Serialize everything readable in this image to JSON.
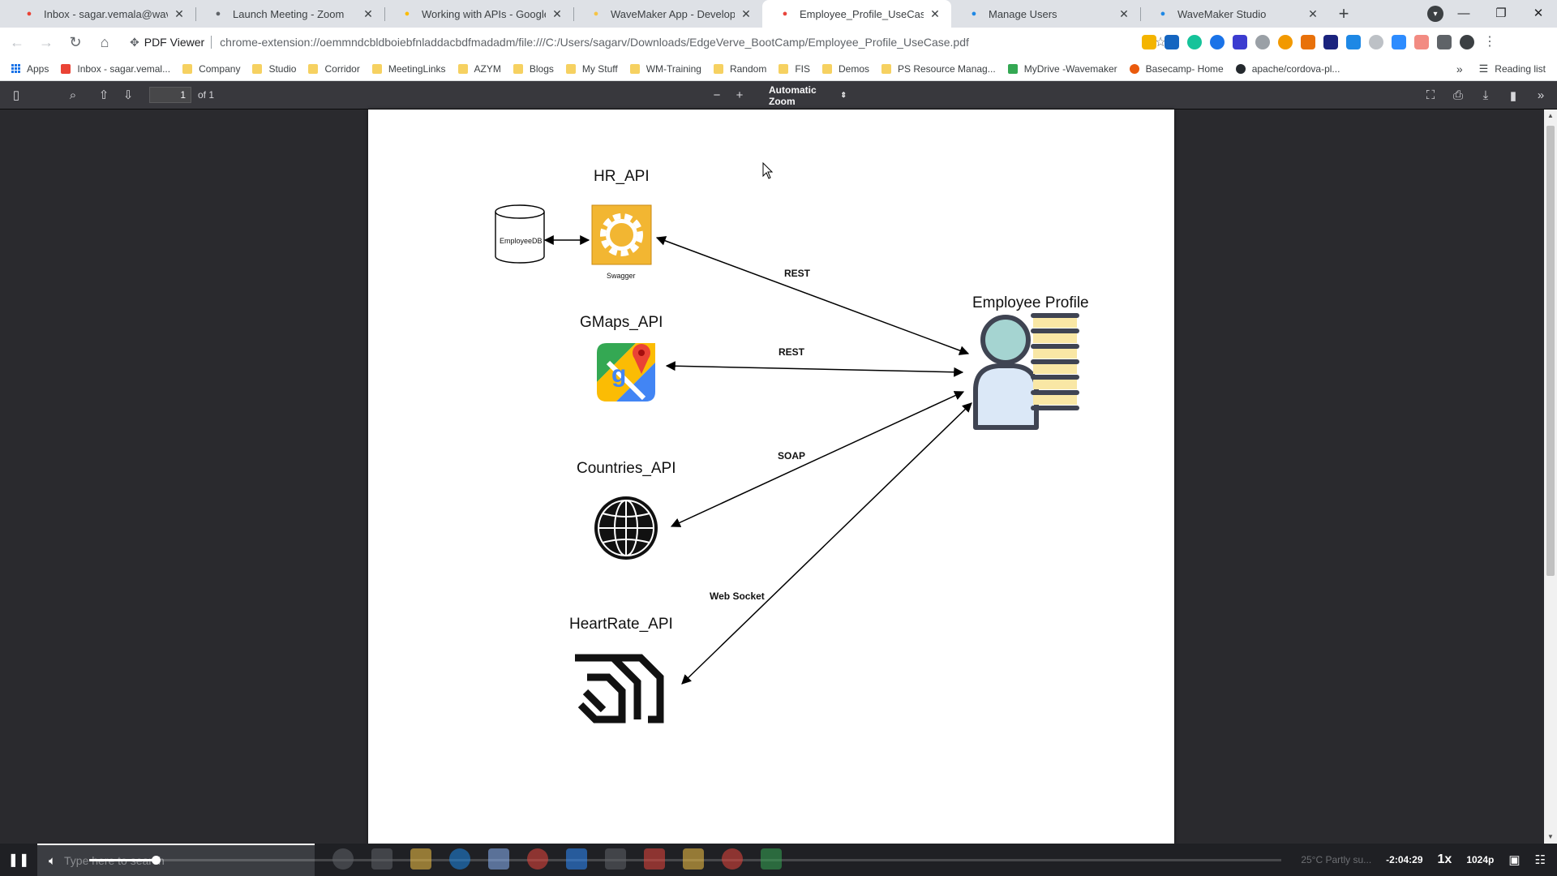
{
  "tabs": [
    {
      "title": "Inbox - sagar.vemala@wavemak",
      "icon": "gmail-icon",
      "color": "#ea4335"
    },
    {
      "title": "Launch Meeting - Zoom",
      "icon": "globe-icon",
      "color": "#5f6368"
    },
    {
      "title": "Working with APIs - Google Driv",
      "icon": "google-drive-icon",
      "color": "#fbbc04"
    },
    {
      "title": "WaveMaker App - Development",
      "icon": "folder-icon",
      "color": "#f6c445"
    },
    {
      "title": "Employee_Profile_UseCase.pdf",
      "icon": "pdf-icon",
      "color": "#e8453c",
      "active": true
    },
    {
      "title": "Manage Users",
      "icon": "wavemaker-icon",
      "color": "#1e88e5"
    },
    {
      "title": "WaveMaker Studio",
      "icon": "wavemaker-icon",
      "color": "#1e88e5"
    }
  ],
  "omnibox": {
    "label": "PDF Viewer",
    "url": "chrome-extension://oemmndcbldboiebfnladdacbdfmadadm/file:///C:/Users/sagarv/Downloads/EdgeVerve_BootCamp/Employee_Profile_UseCase.pdf"
  },
  "bookmarks": [
    {
      "label": "Apps",
      "icon": "apps-grid-icon"
    },
    {
      "label": "Inbox - sagar.vemal...",
      "icon": "gmail-icon"
    },
    {
      "label": "Company",
      "icon": "folder-icon"
    },
    {
      "label": "Studio",
      "icon": "folder-icon"
    },
    {
      "label": "Corridor",
      "icon": "folder-icon"
    },
    {
      "label": "MeetingLinks",
      "icon": "folder-icon"
    },
    {
      "label": "AZYM",
      "icon": "folder-icon"
    },
    {
      "label": "Blogs",
      "icon": "folder-icon"
    },
    {
      "label": "My Stuff",
      "icon": "folder-icon"
    },
    {
      "label": "WM-Training",
      "icon": "folder-icon"
    },
    {
      "label": "Random",
      "icon": "folder-icon"
    },
    {
      "label": "FIS",
      "icon": "folder-icon"
    },
    {
      "label": "Demos",
      "icon": "folder-icon"
    },
    {
      "label": "PS Resource Manag...",
      "icon": "folder-icon"
    },
    {
      "label": "MyDrive -Wavemaker",
      "icon": "google-drive-icon"
    },
    {
      "label": "Basecamp- Home",
      "icon": "basecamp-icon"
    },
    {
      "label": "apache/cordova-pl...",
      "icon": "github-icon"
    }
  ],
  "bookmarks_more": "»",
  "reading_list": "Reading list",
  "pdf_toolbar": {
    "page_number": "1",
    "page_of": "of 1",
    "zoom_label": "Automatic Zoom"
  },
  "diagram": {
    "hr_api": {
      "title": "HR_API",
      "db_label": "EmployeeDB",
      "caption": "Swagger"
    },
    "gmaps_api": {
      "title": "GMaps_API"
    },
    "countries_api": {
      "title": "Countries_API"
    },
    "heartrate_api": {
      "title": "HeartRate_API"
    },
    "employee_profile": {
      "title": "Employee Profile"
    },
    "edges": {
      "rest1": "REST",
      "rest2": "REST",
      "soap": "SOAP",
      "websocket": "Web Socket"
    }
  },
  "video_bar": {
    "search_placeholder": "Type here to search",
    "progress_fraction": 0.056,
    "elapsed": "-2:04:29",
    "speed": "1x",
    "resolution": "1024p",
    "weather": "25°C  Partly su..."
  }
}
